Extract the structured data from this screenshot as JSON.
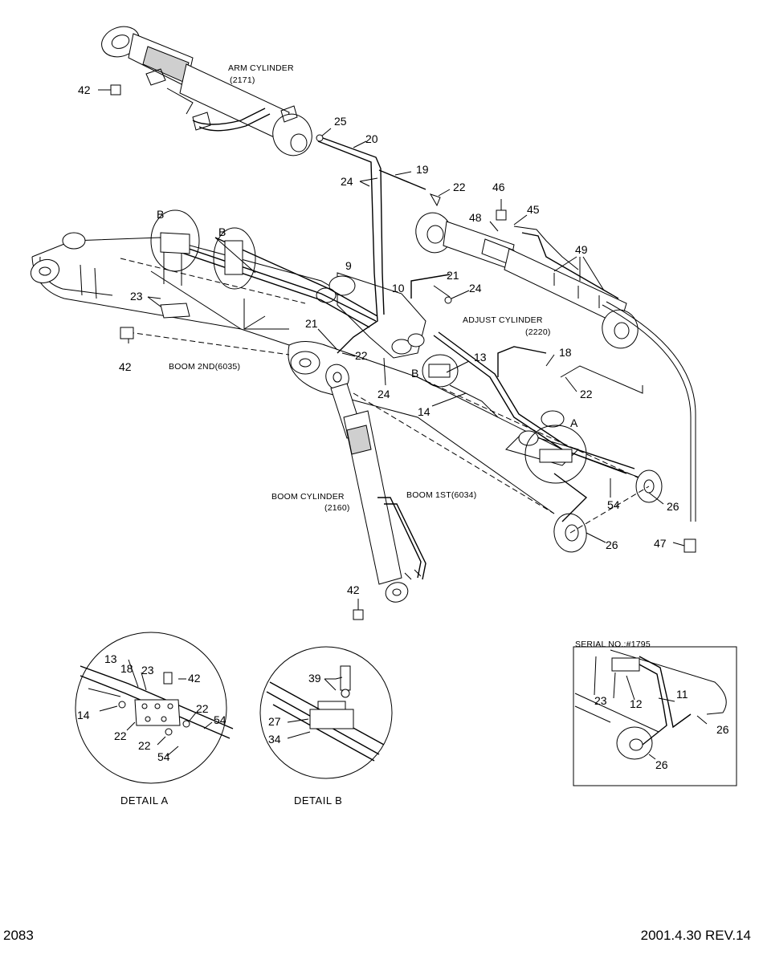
{
  "page": {
    "number": "2083",
    "revision": "2001.4.30  REV.14"
  },
  "components": {
    "arm_cylinder": [
      "ARM CYLINDER",
      "(2171)"
    ],
    "adjust_cylinder": [
      "ADJUST CYLINDER",
      "(2220)"
    ],
    "boom_2nd": "BOOM 2ND(6035)",
    "boom_1st": "BOOM 1ST(6034)",
    "boom_cylinder": [
      "BOOM CYLINDER",
      "(2160)"
    ]
  },
  "detail_refs": {
    "a": "A",
    "b": "B"
  },
  "details": {
    "a": {
      "title": "DETAIL A",
      "parts": [
        "13",
        "18",
        "23",
        "42",
        "14",
        "22",
        "22",
        "22",
        "54",
        "54"
      ]
    },
    "b": {
      "title": "DETAIL  B",
      "parts": [
        "39",
        "27",
        "34"
      ]
    },
    "serial": {
      "title": "SERIAL NO.:#1795",
      "parts": [
        "23",
        "12",
        "11",
        "26",
        "26"
      ]
    }
  },
  "callouts": [
    "42",
    "25",
    "20",
    "19",
    "24",
    "22",
    "46",
    "45",
    "48",
    "49",
    "9",
    "10",
    "21",
    "24",
    "23",
    "42",
    "21",
    "22",
    "24",
    "13",
    "18",
    "22",
    "14",
    "54",
    "26",
    "26",
    "47",
    "42"
  ]
}
